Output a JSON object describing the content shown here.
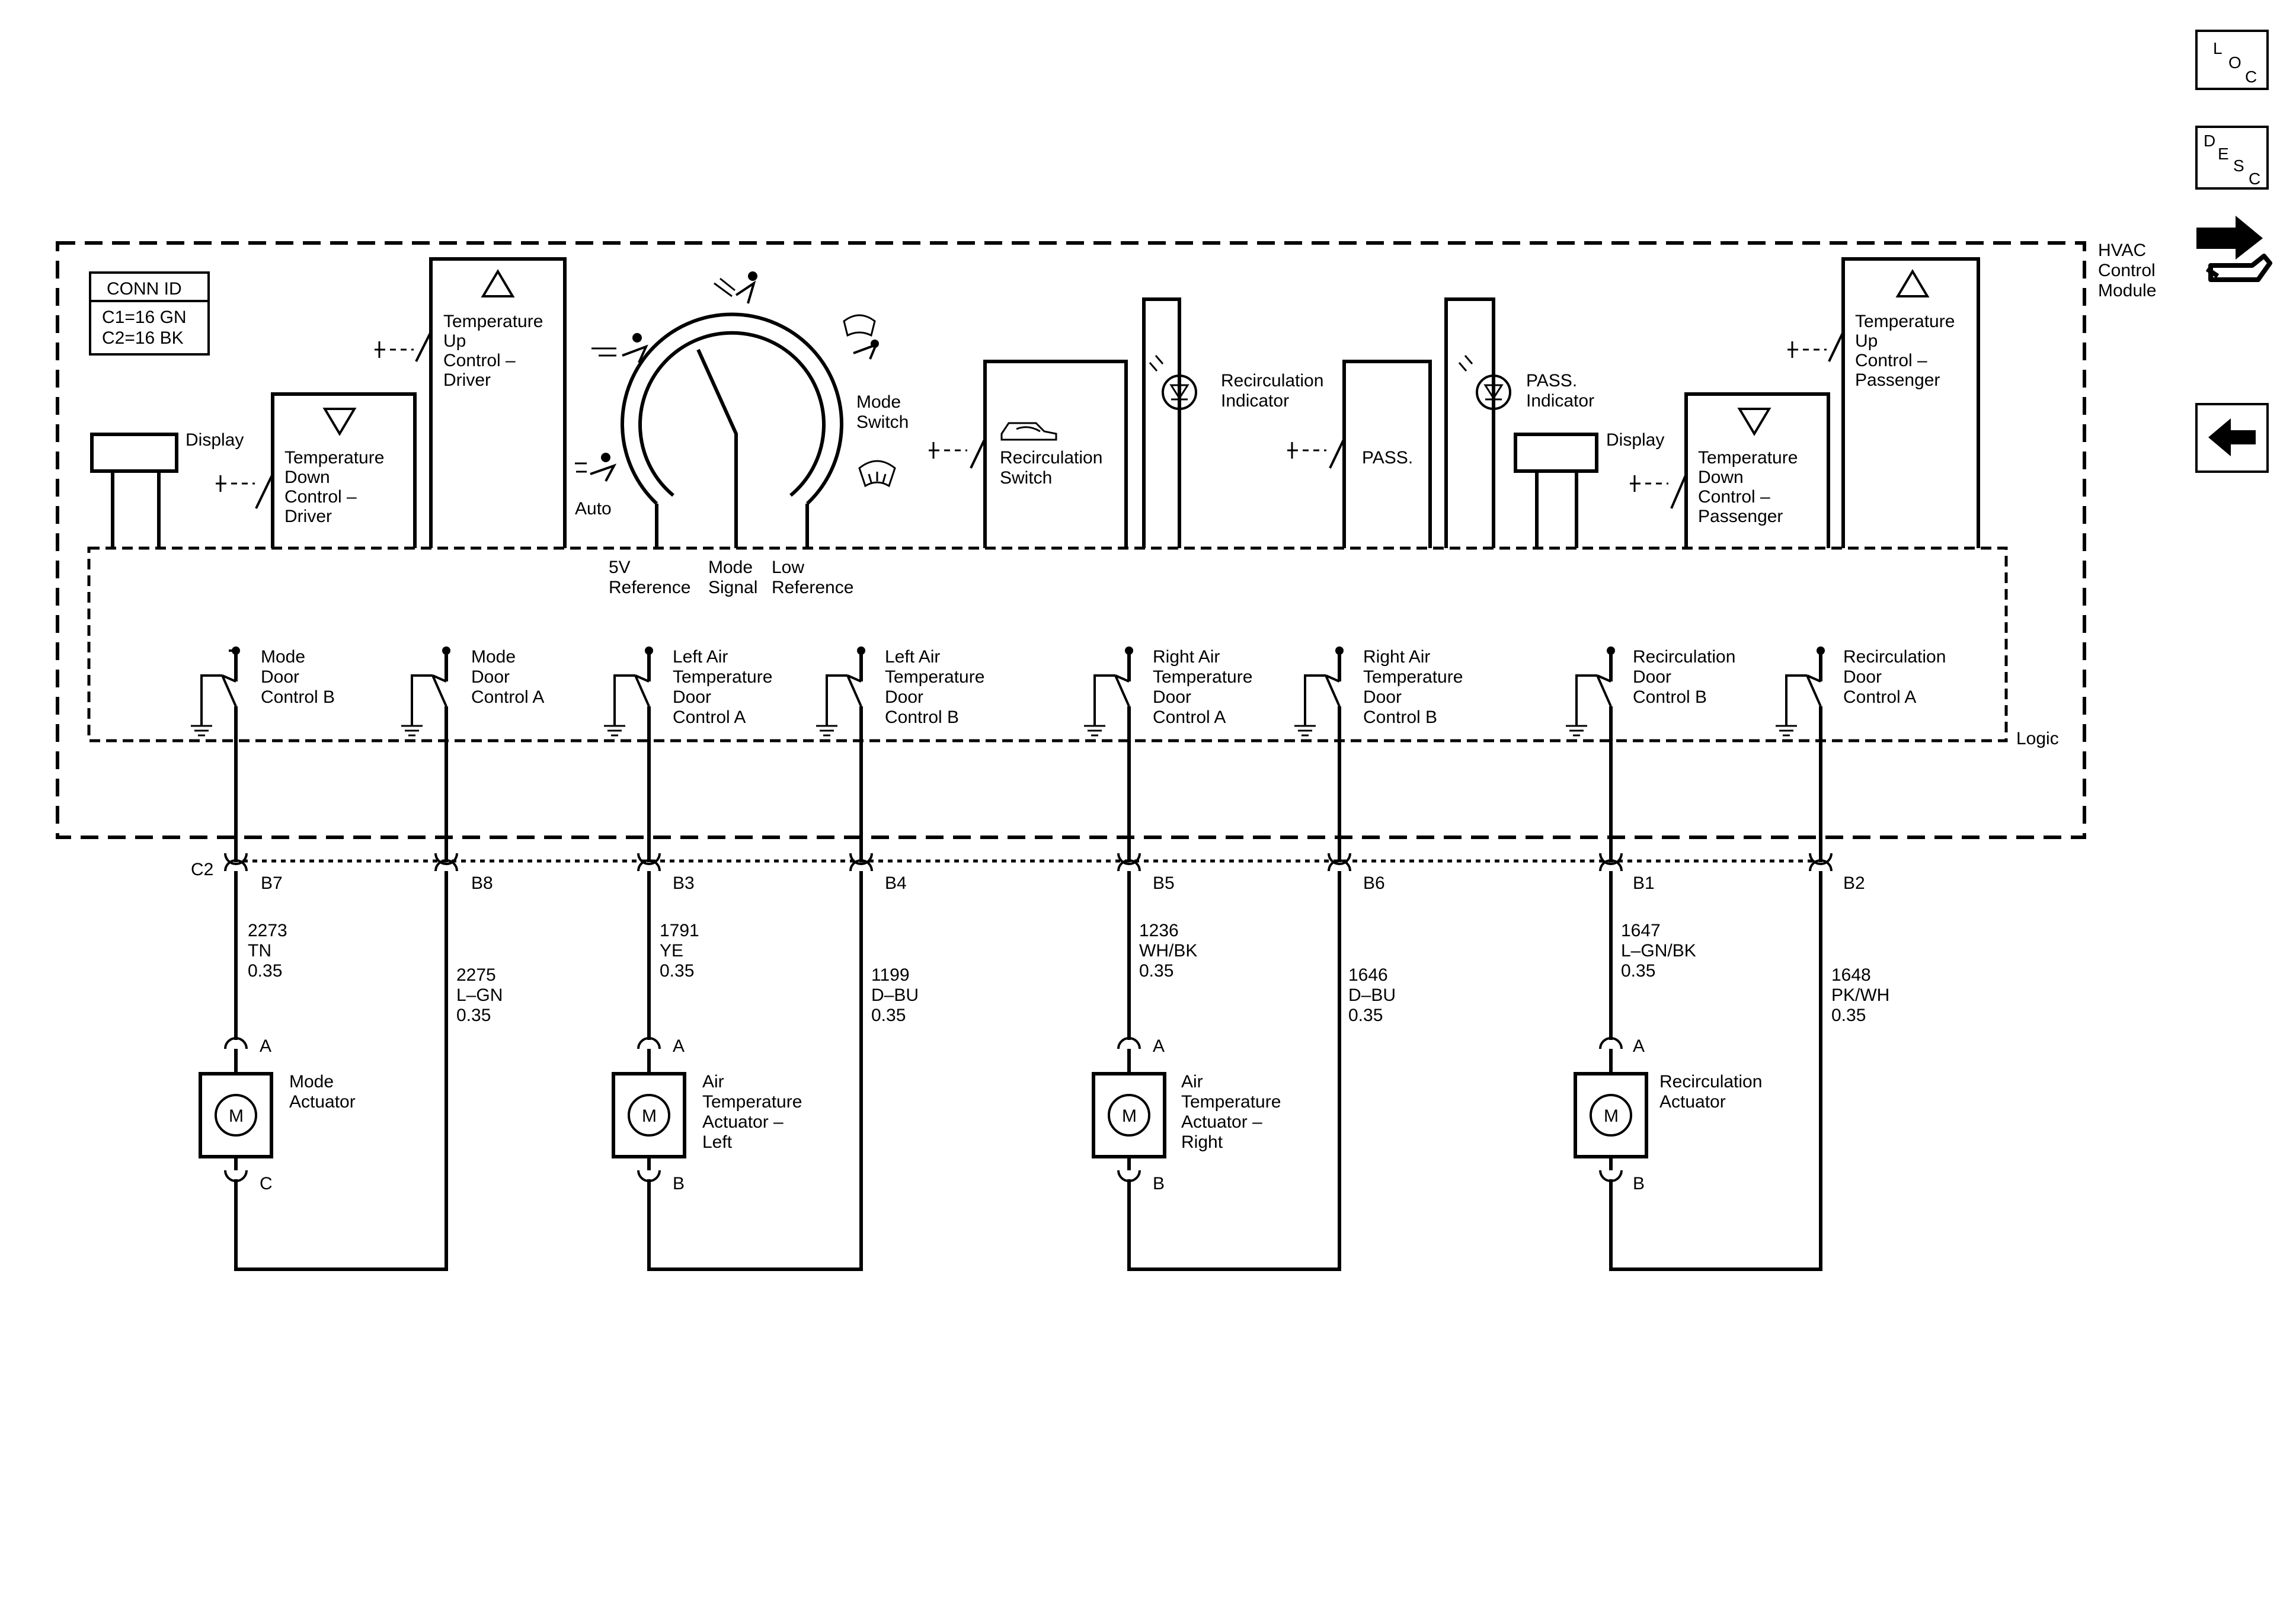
{
  "nav": {
    "loc": [
      "L",
      "O",
      "C"
    ],
    "desc": [
      "D",
      "E",
      "S",
      "C"
    ]
  },
  "module": {
    "name_lines": [
      "HVAC",
      "Control",
      "Module"
    ],
    "logic": "Logic"
  },
  "conn_id": {
    "title": "CONN ID",
    "lines": [
      "C1=16 GN",
      "C2=16 BK"
    ]
  },
  "displays": {
    "left": "Display",
    "right": "Display"
  },
  "switches": {
    "temp_down_driver": [
      "Temperature",
      "Down",
      "Control –",
      "Driver"
    ],
    "temp_up_driver": [
      "Temperature",
      "Up",
      "Control –",
      "Driver"
    ],
    "mode_switch": [
      "Mode",
      "Switch"
    ],
    "auto": "Auto",
    "recirc_switch": [
      "Recirculation",
      "Switch"
    ],
    "recirc_indicator": [
      "Recirculation",
      "Indicator"
    ],
    "pass": "PASS.",
    "pass_indicator": [
      "PASS.",
      "Indicator"
    ],
    "temp_down_passenger": [
      "Temperature",
      "Down",
      "Control –",
      "Passenger"
    ],
    "temp_up_passenger": [
      "Temperature",
      "Up",
      "Control –",
      "Passenger"
    ]
  },
  "mode_terms": {
    "ref5v": [
      "5V",
      "Reference"
    ],
    "signal": [
      "Mode",
      "Signal"
    ],
    "low": [
      "Low",
      "Reference"
    ]
  },
  "logic_outputs": [
    [
      "Mode",
      "Door",
      "Control B"
    ],
    [
      "Mode",
      "Door",
      "Control A"
    ],
    [
      "Left Air",
      "Temperature",
      "Door",
      "Control A"
    ],
    [
      "Left Air",
      "Temperature",
      "Door",
      "Control B"
    ],
    [
      "Right Air",
      "Temperature",
      "Door",
      "Control A"
    ],
    [
      "Right Air",
      "Temperature",
      "Door",
      "Control B"
    ],
    [
      "Recirculation",
      "Door",
      "Control B"
    ],
    [
      "Recirculation",
      "Door",
      "Control A"
    ]
  ],
  "connector": {
    "id": "C2",
    "pins": [
      "B7",
      "B8",
      "B3",
      "B4",
      "B5",
      "B6",
      "B1",
      "B2"
    ]
  },
  "wires": [
    [
      "2273",
      "TN",
      "0.35"
    ],
    [
      "2275",
      "L–GN",
      "0.35"
    ],
    [
      "1791",
      "YE",
      "0.35"
    ],
    [
      "1199",
      "D–BU",
      "0.35"
    ],
    [
      "1236",
      "WH/BK",
      "0.35"
    ],
    [
      "1646",
      "D–BU",
      "0.35"
    ],
    [
      "1647",
      "L–GN/BK",
      "0.35"
    ],
    [
      "1648",
      "PK/WH",
      "0.35"
    ]
  ],
  "actuators": [
    {
      "name": [
        "Mode",
        "Actuator"
      ],
      "pin_top": "A",
      "pin_bottom": "C",
      "motor": "M"
    },
    {
      "name": [
        "Air",
        "Temperature",
        "Actuator –",
        "Left"
      ],
      "pin_top": "A",
      "pin_bottom": "B",
      "motor": "M"
    },
    {
      "name": [
        "Air",
        "Temperature",
        "Actuator –",
        "Right"
      ],
      "pin_top": "A",
      "pin_bottom": "B",
      "motor": "M"
    },
    {
      "name": [
        "Recirculation",
        "Actuator"
      ],
      "pin_top": "A",
      "pin_bottom": "B",
      "motor": "M"
    }
  ]
}
